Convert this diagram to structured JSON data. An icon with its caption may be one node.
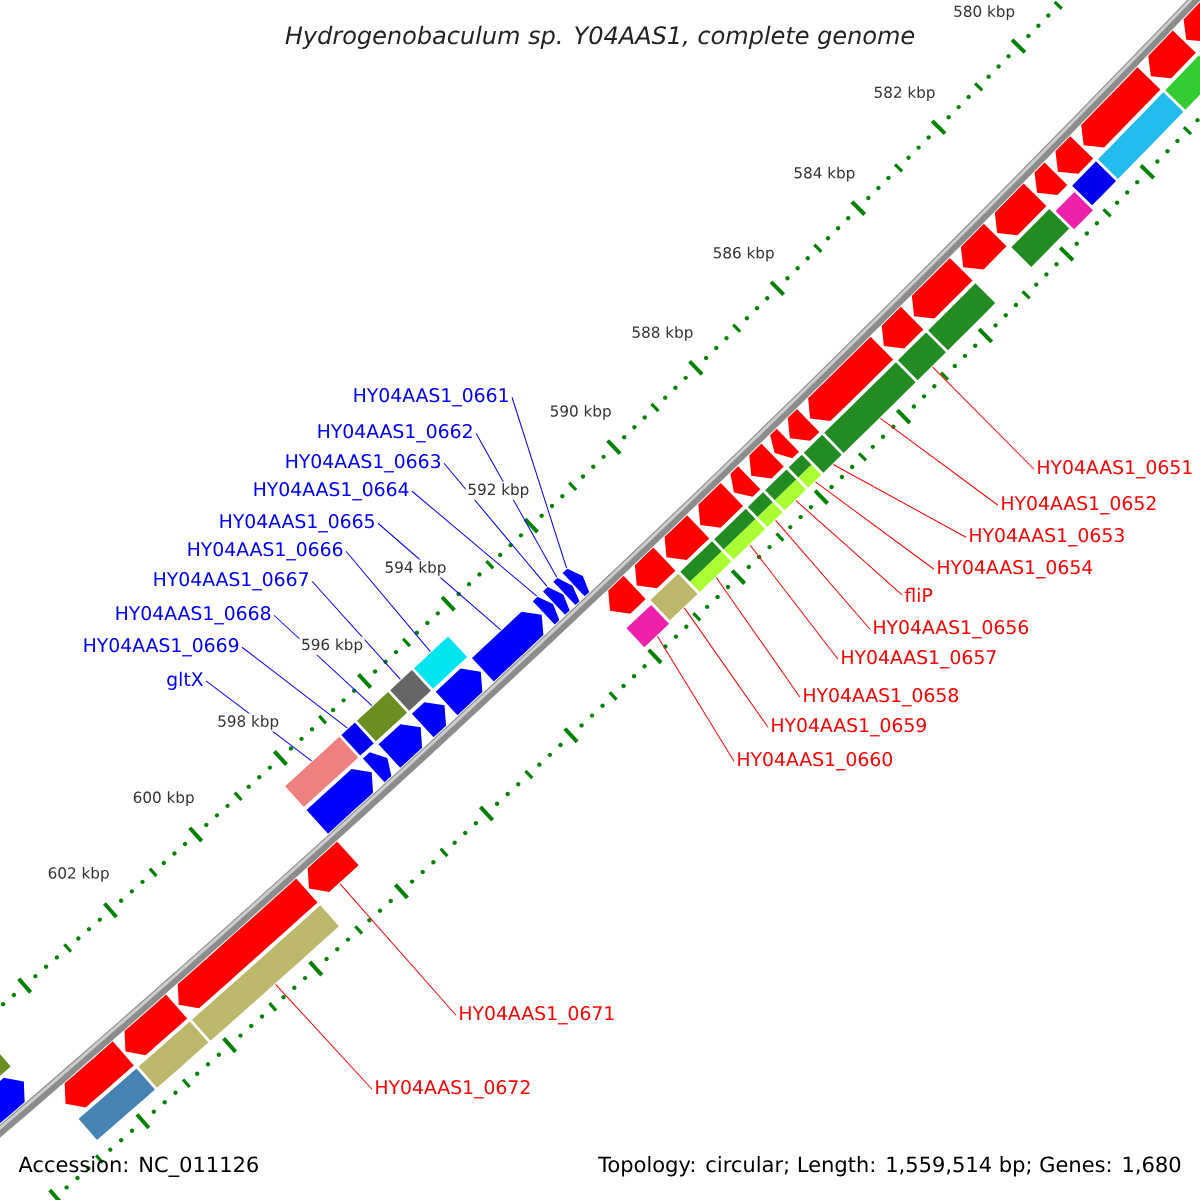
{
  "diagram": {
    "title": "Hydrogenobaculum sp. Y04AAS1, complete genome",
    "nodes": [
      {
        "text": [
          "HY04AAS1_0661"
        ]
      },
      {
        "text": [
          "HY04AAS1_0662"
        ]
      },
      {
        "text": [
          "HY04AAS1_0663"
        ]
      },
      {
        "text": [
          "HY04AAS1_0664"
        ]
      },
      {
        "text": [
          "HY04AAS1_0665"
        ]
      },
      {
        "text": [
          "HY04AAS1_0666"
        ]
      },
      {
        "text": [
          "HY04AAS1_0667"
        ]
      },
      {
        "text": [
          "HY04AAS1_0668"
        ]
      },
      {
        "text": [
          "HY04AAS1_0669"
        ]
      },
      {
        "text": [
          "gltX"
        ]
      },
      {
        "text": [
          "HY04AAS1_0651"
        ]
      },
      {
        "text": [
          "HY04AAS1_0652"
        ]
      },
      {
        "text": [
          "HY04AAS1_0653"
        ]
      },
      {
        "text": [
          "HY04AAS1_0654"
        ]
      },
      {
        "text": [
          "fliP"
        ]
      },
      {
        "text": [
          "HY04AAS1_0656"
        ]
      },
      {
        "text": [
          "HY04AAS1_0657"
        ]
      },
      {
        "text": [
          "HY04AAS1_0658"
        ]
      },
      {
        "text": [
          "HY04AAS1_0659"
        ]
      },
      {
        "text": [
          "HY04AAS1_0660"
        ]
      },
      {
        "text": [
          "HY04AAS1_0671"
        ]
      },
      {
        "text": [
          "HY04AAS1_0672"
        ]
      },
      {
        "text": [],
        "shape": "bar"
      },
      {
        "text": [],
        "shape": "bar"
      },
      {
        "text": [],
        "shape": "bar"
      },
      {
        "text": [],
        "shape": "bar"
      },
      {
        "text": [],
        "shape": "bar"
      },
      {
        "text": [],
        "shape": "bar"
      },
      {
        "text": [],
        "shape": "bar"
      },
      {
        "text": [],
        "shape": "bar"
      },
      {
        "text": [],
        "shape": "bar"
      },
      {
        "text": [],
        "shape": "bar"
      },
      {
        "text": [],
        "shape": "bar"
      },
      {
        "text": [],
        "shape": "bar"
      },
      {
        "text": [],
        "shape": "bar"
      },
      {
        "text": [],
        "shape": "bar"
      },
      {
        "text": [],
        "shape": "bar"
      },
      {
        "text": [],
        "shape": "bar"
      },
      {
        "text": [],
        "shape": "bar"
      },
      {
        "text": [],
        "shape": "bar"
      },
      {
        "text": [],
        "shape": "bar"
      },
      {
        "text": [],
        "shape": "bar"
      },
      {
        "text": [],
        "shape": "bar"
      },
      {
        "text": [],
        "shape": "bar"
      },
      {
        "text": [],
        "shape": "bar"
      },
      {
        "text": [],
        "shape": "bar"
      },
      {
        "text": [],
        "shape": "bar"
      },
      {
        "text": [],
        "shape": "bar"
      },
      {
        "text": [],
        "shape": "bar"
      },
      {
        "text": [],
        "shape": "bar"
      },
      {
        "text": [],
        "shape": "bar"
      },
      {
        "text": [],
        "shape": "bar"
      },
      {
        "text": [],
        "shape": "bar"
      },
      {
        "text": [],
        "shape": "bar"
      },
      {
        "text": [],
        "shape": "bar"
      }
    ],
    "edges": [
      {
        "from": 0,
        "to": 44,
        "arrow": "none",
        "color": "#0000ff"
      },
      {
        "from": 1,
        "to": 45,
        "arrow": "none",
        "color": "#0000ff"
      },
      {
        "from": 2,
        "to": 46,
        "arrow": "none",
        "color": "#0000ff"
      },
      {
        "from": 3,
        "to": 47,
        "arrow": "none",
        "color": "#0000ff"
      },
      {
        "from": 4,
        "to": 48,
        "arrow": "none",
        "color": "#0000ff"
      },
      {
        "from": 5,
        "to": 49,
        "arrow": "none",
        "color": "#0000ff"
      },
      {
        "from": 6,
        "to": 50,
        "arrow": "none",
        "color": "#0000ff"
      },
      {
        "from": 7,
        "to": 51,
        "arrow": "none",
        "color": "#0000ff"
      },
      {
        "from": 8,
        "to": 52,
        "arrow": "none",
        "color": "#0000ff"
      },
      {
        "from": 9,
        "to": 53,
        "arrow": "none",
        "color": "#0000ff"
      },
      {
        "from": 10,
        "to": 30,
        "arrow": "none",
        "color": "#ff0000"
      },
      {
        "from": 11,
        "to": 31,
        "arrow": "none",
        "color": "#ff0000"
      },
      {
        "from": 12,
        "to": 32,
        "arrow": "none",
        "color": "#ff0000"
      },
      {
        "from": 13,
        "to": 33,
        "arrow": "none",
        "color": "#ff0000"
      },
      {
        "from": 14,
        "to": 34,
        "arrow": "none",
        "color": "#ff0000"
      },
      {
        "from": 15,
        "to": 35,
        "arrow": "none",
        "color": "#ff0000"
      },
      {
        "from": 16,
        "to": 36,
        "arrow": "none",
        "color": "#ff0000"
      },
      {
        "from": 17,
        "to": 37,
        "arrow": "none",
        "color": "#ff0000"
      },
      {
        "from": 18,
        "to": 38,
        "arrow": "none",
        "color": "#ff0000"
      },
      {
        "from": 19,
        "to": 39,
        "arrow": "none",
        "color": "#ff0000"
      },
      {
        "from": 20,
        "to": 40,
        "arrow": "none",
        "color": "#ff0000"
      },
      {
        "from": 21,
        "to": 41,
        "arrow": "none",
        "color": "#ff0000"
      }
    ],
    "labels": [
      "580 kbp",
      "582 kbp",
      "584 kbp",
      "586 kbp",
      "588 kbp",
      "590 kbp",
      "592 kbp",
      "594 kbp",
      "596 kbp",
      "598 kbp",
      "600 kbp",
      "602 kbp",
      "Accession: NC_011126",
      "Topology: circular; Length: 1,559,514 bp; Genes: 1,680"
    ]
  }
}
